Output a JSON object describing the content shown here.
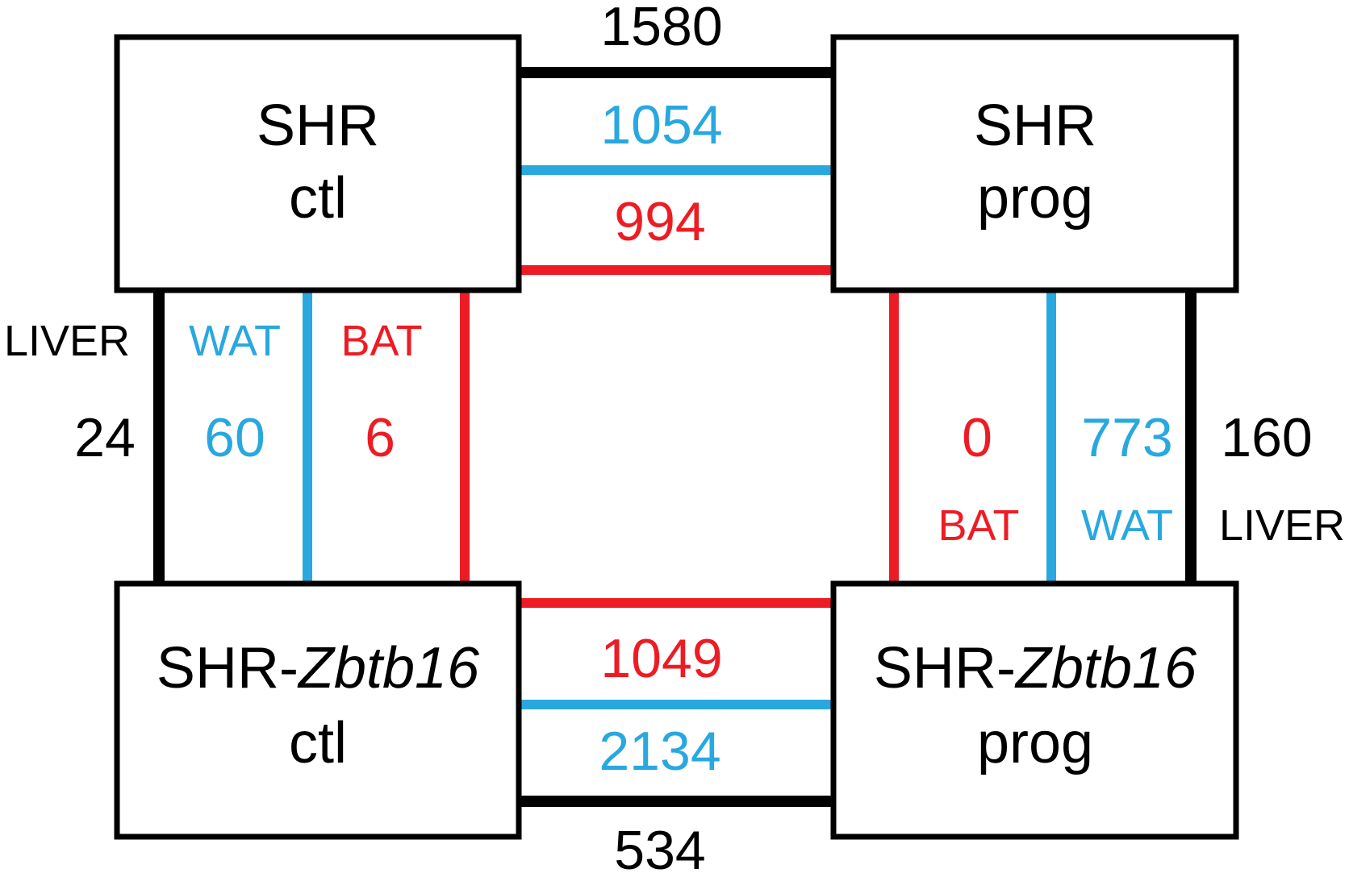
{
  "colors": {
    "liver": "#000000",
    "wat": "#29a8df",
    "bat": "#ed1c24"
  },
  "boxes": {
    "shr_ctl": {
      "line1": "SHR",
      "line2": "ctl"
    },
    "shr_prog": {
      "line1": "SHR",
      "line2": "prog"
    },
    "zbtb16_ctl": {
      "prefix": "SHR-",
      "italic": "Zbtb16",
      "line2": "ctl"
    },
    "zbtb16_prog": {
      "prefix": "SHR-",
      "italic": "Zbtb16",
      "line2": "prog"
    }
  },
  "top": {
    "liver": "1580",
    "wat": "1054",
    "bat": "994"
  },
  "bottom": {
    "bat": "1049",
    "wat": "2134",
    "liver": "534"
  },
  "left": {
    "liver_label": "LIVER",
    "liver": "24",
    "wat_label": "WAT",
    "wat": "60",
    "bat_label": "BAT",
    "bat": "6"
  },
  "right": {
    "bat": "0",
    "bat_label": "BAT",
    "wat": "773",
    "wat_label": "WAT",
    "liver": "160",
    "liver_label": "LIVER"
  }
}
